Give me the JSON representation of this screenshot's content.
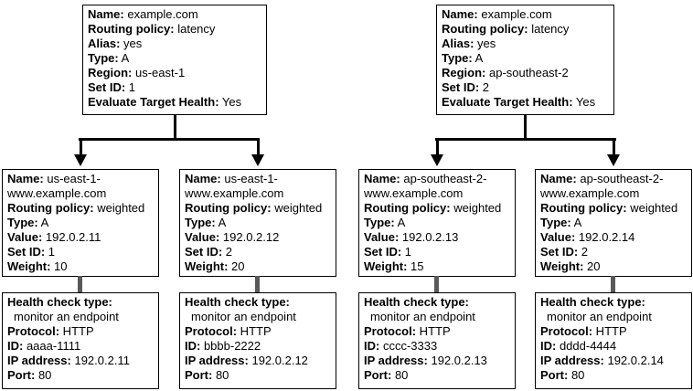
{
  "colors": {
    "background": "#ffffff",
    "text": "#000000",
    "box_border": "#000000",
    "connector": "#000000",
    "health_check_link": "#595959"
  },
  "groups": [
    {
      "latency": {
        "fields": [
          {
            "label": "Name:",
            "value": "example.com"
          },
          {
            "label": "Routing policy:",
            "value": "latency"
          },
          {
            "label": "Alias:",
            "value": "yes"
          },
          {
            "label": "Type:",
            "value": "A"
          },
          {
            "label": "Region:",
            "value": "us-east-1"
          },
          {
            "label": "Set ID:",
            "value": "1"
          },
          {
            "label": "Evaluate Target Health:",
            "value": "Yes"
          }
        ]
      },
      "columns": [
        {
          "weighted": {
            "fields": [
              {
                "label": "Name:",
                "value": "us-east-1-www.example.com"
              },
              {
                "label": "Routing policy:",
                "value": "weighted"
              },
              {
                "label": "Type:",
                "value": "A"
              },
              {
                "label": "Value:",
                "value": "192.0.2.11"
              },
              {
                "label": "Set ID:",
                "value": "1"
              },
              {
                "label": "Weight:",
                "value": "10"
              }
            ]
          },
          "health": {
            "fields": [
              {
                "label": "Health check type:",
                "value": ""
              },
              {
                "label": "",
                "value": "monitor an endpoint",
                "indent": true
              },
              {
                "label": "Protocol:",
                "value": "HTTP"
              },
              {
                "label": "ID:",
                "value": "aaaa-1111"
              },
              {
                "label": "IP address:",
                "value": "192.0.2.11"
              },
              {
                "label": "Port:",
                "value": "80"
              }
            ]
          }
        },
        {
          "weighted": {
            "fields": [
              {
                "label": "Name:",
                "value": "us-east-1-www.example.com"
              },
              {
                "label": "Routing policy:",
                "value": "weighted"
              },
              {
                "label": "Type:",
                "value": "A"
              },
              {
                "label": "Value:",
                "value": "192.0.2.12"
              },
              {
                "label": "Set ID:",
                "value": "2"
              },
              {
                "label": "Weight:",
                "value": "20"
              }
            ]
          },
          "health": {
            "fields": [
              {
                "label": "Health check type:",
                "value": ""
              },
              {
                "label": "",
                "value": "monitor an endpoint",
                "indent": true
              },
              {
                "label": "Protocol:",
                "value": "HTTP"
              },
              {
                "label": "ID:",
                "value": "bbbb-2222"
              },
              {
                "label": "IP address:",
                "value": "192.0.2.12"
              },
              {
                "label": "Port:",
                "value": "80"
              }
            ]
          }
        }
      ]
    },
    {
      "latency": {
        "fields": [
          {
            "label": "Name:",
            "value": "example.com"
          },
          {
            "label": "Routing policy:",
            "value": "latency"
          },
          {
            "label": "Alias:",
            "value": "yes"
          },
          {
            "label": "Type:",
            "value": "A"
          },
          {
            "label": "Region:",
            "value": "ap-southeast-2"
          },
          {
            "label": "Set ID:",
            "value": "2"
          },
          {
            "label": "Evaluate Target Health:",
            "value": "Yes"
          }
        ]
      },
      "columns": [
        {
          "weighted": {
            "fields": [
              {
                "label": "Name:",
                "value": "ap-southeast-2-www.example.com"
              },
              {
                "label": "Routing policy:",
                "value": "weighted"
              },
              {
                "label": "Type:",
                "value": "A"
              },
              {
                "label": "Value:",
                "value": "192.0.2.13"
              },
              {
                "label": "Set ID:",
                "value": "1"
              },
              {
                "label": "Weight:",
                "value": "15"
              }
            ]
          },
          "health": {
            "fields": [
              {
                "label": "Health check type:",
                "value": ""
              },
              {
                "label": "",
                "value": "monitor an endpoint",
                "indent": true
              },
              {
                "label": "Protocol:",
                "value": "HTTP"
              },
              {
                "label": "ID:",
                "value": "cccc-3333"
              },
              {
                "label": "IP address:",
                "value": "192.0.2.13"
              },
              {
                "label": "Port:",
                "value": "80"
              }
            ]
          }
        },
        {
          "weighted": {
            "fields": [
              {
                "label": "Name:",
                "value": "ap-southeast-2-www.example.com"
              },
              {
                "label": "Routing policy:",
                "value": "weighted"
              },
              {
                "label": "Type:",
                "value": "A"
              },
              {
                "label": "Value:",
                "value": "192.0.2.14"
              },
              {
                "label": "Set ID:",
                "value": "2"
              },
              {
                "label": "Weight:",
                "value": "20"
              }
            ]
          },
          "health": {
            "fields": [
              {
                "label": "Health check type:",
                "value": ""
              },
              {
                "label": "",
                "value": "monitor an endpoint",
                "indent": true
              },
              {
                "label": "Protocol:",
                "value": "HTTP"
              },
              {
                "label": "ID:",
                "value": "dddd-4444"
              },
              {
                "label": "IP address:",
                "value": "192.0.2.14"
              },
              {
                "label": "Port:",
                "value": "80"
              }
            ]
          }
        }
      ]
    }
  ]
}
